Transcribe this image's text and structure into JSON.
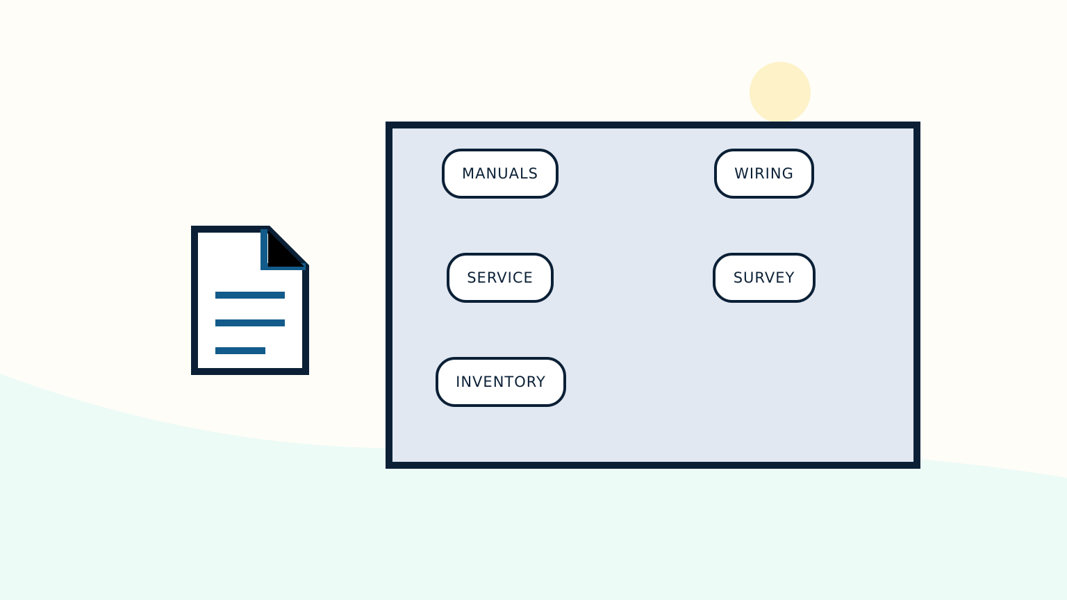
{
  "colors": {
    "background": "#fffdf8",
    "ground": "#edfbf6",
    "sun": "#fdf2c8",
    "outline": "#0b2036",
    "board_fill": "#e1e8f2",
    "accent_blue": "#125b8a"
  },
  "document_icon": "document-icon",
  "sun_icon": "sun-circle",
  "board": {
    "tags": [
      {
        "label": "MANUALS"
      },
      {
        "label": "WIRING"
      },
      {
        "label": "SERVICE"
      },
      {
        "label": "SURVEY"
      },
      {
        "label": "INVENTORY"
      }
    ]
  }
}
